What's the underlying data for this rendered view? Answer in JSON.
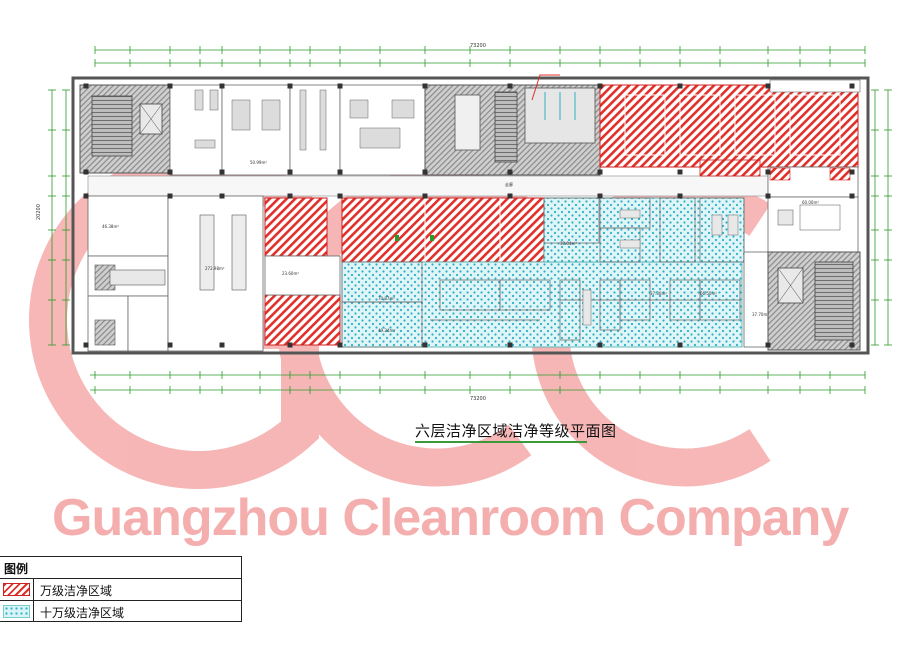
{
  "drawing": {
    "title": "六层洁净区域洁净等级平面图",
    "watermark_text": "Guangzhou Cleanroom Company",
    "watermark_logo": "GCC",
    "dimension_top_total": "73200",
    "dimension_bottom_total": "73200",
    "dimension_left": "20200",
    "colors": {
      "class_10000_hatch": "#e0302a",
      "class_100000_dots": "#31b6c9",
      "watermark": "#f4a6a6",
      "dimension_lines": "#2a9a2a",
      "walls": "#555555"
    }
  },
  "legend": {
    "header": "图例",
    "items": [
      {
        "label": "万级洁净区域",
        "swatch": "red-hatch"
      },
      {
        "label": "十万级洁净区域",
        "swatch": "cyan-dots"
      }
    ]
  }
}
